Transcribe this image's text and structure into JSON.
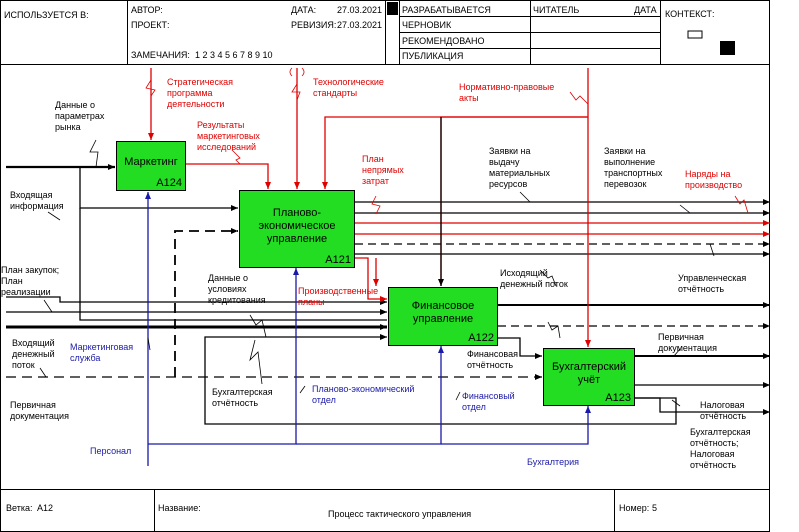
{
  "header": {
    "used_at": "ИСПОЛЬЗУЕТСЯ В:",
    "author": "АВТОР:",
    "project": "ПРОЕКТ:",
    "notes": "ЗАМЕЧАНИЯ:",
    "notes_numbers": "1  2  3  4  5  6  7  8  9  10",
    "date_label": "ДАТА:",
    "date_value": "27.03.2021",
    "revision_label": "РЕВИЗИЯ:",
    "revision_value": "27.03.2021",
    "status_working": "РАЗРАБАТЫВАЕТСЯ",
    "status_draft": "ЧЕРНОВИК",
    "status_recommended": "РЕКОМЕНДОВАНО",
    "status_publication": "ПУБЛИКАЦИЯ",
    "reader": "ЧИТАТЕЛЬ",
    "reader_date": "ДАТА",
    "context": "КОНТЕКСТ:"
  },
  "footer": {
    "node_label": "Ветка:",
    "node_value": "А12",
    "title_label": "Название:",
    "title_value": "Процесс тактического управления",
    "number_label": "Номер:",
    "number_value": "5"
  },
  "boxes": {
    "a124": {
      "name": "Маркетинг",
      "num": "А124"
    },
    "a121": {
      "name": "Планово-\nэкономическое\nуправление",
      "num": "А121"
    },
    "a122": {
      "name": "Финансовое\nуправление",
      "num": "А122"
    },
    "a123": {
      "name": "Бухгалтерский\nучёт",
      "num": "А123"
    }
  },
  "labels": {
    "market_data": "Данные о\nпараметрах\nрынка",
    "incoming_info": "Входящая\nинформация",
    "purchase_plan": "План закупок;\nПлан\nреализации",
    "incoming_money": "Входящий\nденежный\nпоток",
    "primary_docs_in": "Первичная\nдокументация",
    "strategic_program": "Стратегическая\nпрограмма\nдеятельности",
    "tech_standards": "Технологические\nстандарты",
    "normative_acts": "Нормативно-правовые\nакты",
    "marketing_results": "Результаты\nмаркетинговых\nисследований",
    "indirect_costs_plan": "План\nнепрямых\nзатрат",
    "resource_requests": "Заявки на\nвыдачу\nматериальных\nресурсов",
    "transport_requests": "Заявки на\nвыполнение\nтранспортных\nперевозок",
    "production_orders": "Наряды на\nпроизводство",
    "credit_terms": "Данные о\nусловиях\nкредитования",
    "production_plans": "Производственные\nпланы",
    "outgoing_cash": "Исходящий\nденежный поток",
    "mgmt_reports": "Управленческая\nотчётность",
    "financial_reports": "Финансовая\nотчётность",
    "primary_docs_out": "Первичная\nдокументация",
    "tax_reports": "Налоговая\nотчётность",
    "acc_tax_reports": "Бухгалтерская\nотчётность;\nНалоговая\nотчётность",
    "acc_reports": "Бухгалтерская\nотчётность",
    "marketing_service": "Маркетинговая\nслужба",
    "planning_dept": "Планово-экономический\nотдел",
    "finance_dept": "Финансовый\nотдел",
    "staff": "Персонал",
    "accounting": "Бухгалтерия"
  },
  "colors": {
    "box_fill": "#22dd22",
    "control_red": "#e00000",
    "mechanism_blue": "#1a1aa8",
    "flow_black": "#000000"
  }
}
